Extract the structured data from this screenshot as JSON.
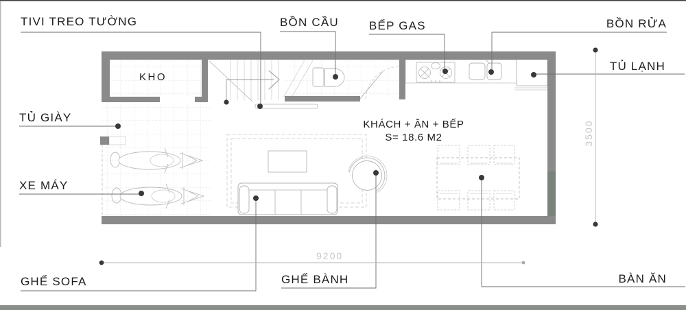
{
  "callouts": {
    "tivi": "TIVI TREO TƯỜNG",
    "bon_cau": "BỒN CẦU",
    "bep_gas": "BẾP GAS",
    "bon_rua": "BỒN RỬA",
    "tu_lanh": "TỦ LẠNH",
    "tu_giay": "TỦ GIÀY",
    "xe_may": "XE MÁY",
    "ghe_sofa": "GHẾ SOFA",
    "ghe_banh": "GHẾ BÀNH",
    "ban_an": "BÀN ĂN"
  },
  "rooms": {
    "storage": "KHO",
    "living_label": "KHÁCH + ĂN + BẾP",
    "living_area": "S= 18.6 M2"
  },
  "dimensions": {
    "width": "9200",
    "height": "3500"
  },
  "colors": {
    "wall": "#8a8a8a",
    "leader_line": "#6e6e6e",
    "marker_dot": "#383838",
    "dimension_text": "#c6c6c6",
    "furniture_line": "#b5b5b5",
    "tile_line": "#e3e3e3"
  }
}
